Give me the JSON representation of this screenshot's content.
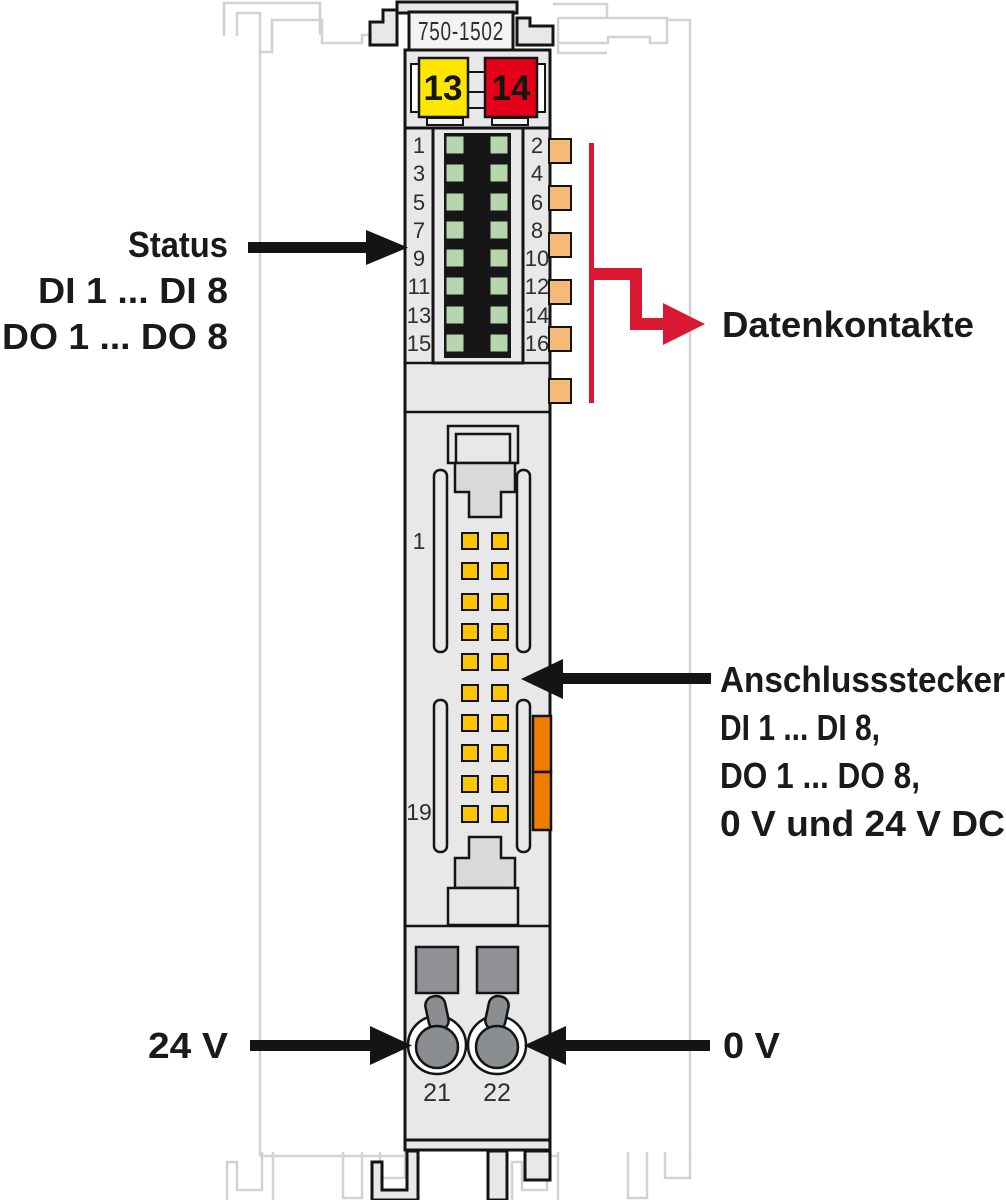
{
  "module": {
    "part_number": "750-1502",
    "marking_left": "13",
    "marking_right": "14",
    "led_left": [
      "1",
      "3",
      "5",
      "7",
      "9",
      "11",
      "13",
      "15"
    ],
    "led_right": [
      "2",
      "4",
      "6",
      "8",
      "10",
      "12",
      "14",
      "16"
    ],
    "pin_first": "1",
    "pin_last": "19",
    "terminal_left": "21",
    "terminal_right": "22"
  },
  "labels": {
    "status": "Status",
    "status_di": "DI 1 ... DI 8",
    "status_do": "DO 1 ... DO 8",
    "data_contacts": "Datenkontakte",
    "connector": "Anschlussstecker",
    "connector_di": "DI 1 ... DI 8,",
    "connector_do": "DO 1 ... DO 8,",
    "connector_power": "0 V und 24 V DC",
    "supply_24v": "24 V",
    "supply_0v": "0 V"
  },
  "colors": {
    "marking_yellow": "#ffe600",
    "marking_red": "#e50019",
    "led_green": "#b6d7ad",
    "data_contact_orange": "#f6ba77",
    "pin_gold": "#fdc400",
    "side_contact_orange": "#ee7d00",
    "arrow_red": "#d81931",
    "body_gray": "#e8e8e8",
    "outline_black": "#141414"
  }
}
